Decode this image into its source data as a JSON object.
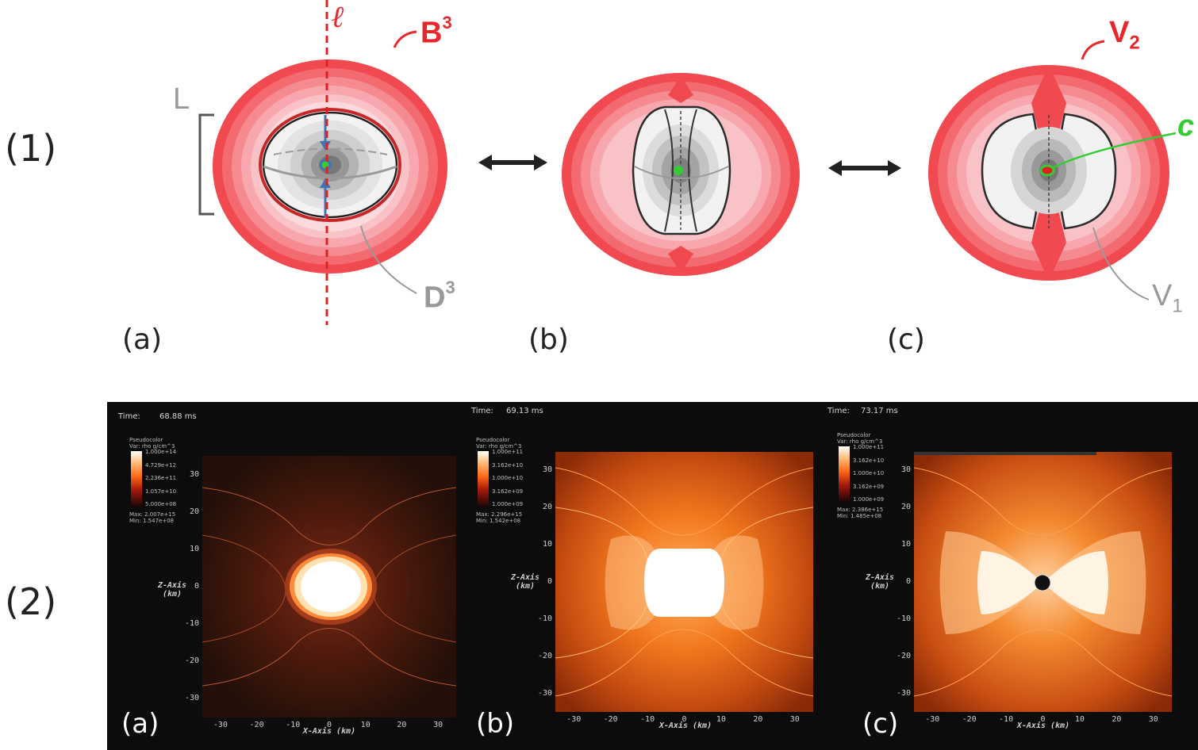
{
  "row_labels": {
    "top": "(1)",
    "bottom": "(2)"
  },
  "top_labels": {
    "a": "(a)",
    "b": "(b)",
    "c": "(c)"
  },
  "annotations": {
    "ell": "ℓ",
    "B": "B",
    "B_sup": "3",
    "L": "L",
    "D": "D",
    "D_sup": "3",
    "V2": "V",
    "V2_sub": "2",
    "V1": "V",
    "V1_sub": "1",
    "c": "c"
  },
  "colors": {
    "red_line": "#e02020",
    "annotation_red": "#e8262b",
    "green": "#33cc33",
    "blue_arrow": "#3f74b8",
    "gray_text": "#9a9a9a"
  },
  "sim_panels": [
    {
      "id": "a",
      "time_label": "Time:",
      "time_value": "68.88 ms",
      "panel_label": "(a)",
      "legend_title": "Pseudocolor",
      "legend_var": "Var: rho g/cm^3",
      "legend_ticks": [
        "1.000e+14",
        "4.729e+12",
        "2.236e+11",
        "1.057e+10",
        "5.000e+08"
      ],
      "legend_max": "Max: 2.007e+15",
      "legend_min": "Min: 1.547e+08"
    },
    {
      "id": "b",
      "time_label": "Time:",
      "time_value": "69.13 ms",
      "panel_label": "(b)",
      "legend_title": "Pseudocolor",
      "legend_var": "Var: rho g/cm^3",
      "legend_ticks": [
        "1.000e+11",
        "3.162e+10",
        "1.000e+10",
        "3.162e+09",
        "1.000e+09"
      ],
      "legend_max": "Max: 2.296e+15",
      "legend_min": "Min: 1.542e+08"
    },
    {
      "id": "c",
      "time_label": "Time:",
      "time_value": "73.17 ms",
      "panel_label": "(c)",
      "legend_title": "Pseudocolor",
      "legend_var": "Var: rho g/cm^3",
      "legend_ticks": [
        "1.000e+11",
        "3.162e+10",
        "1.000e+10",
        "3.162e+09",
        "1.000e+09"
      ],
      "legend_max": "Max: 2.386e+15",
      "legend_min": "Min: 1.485e+08"
    }
  ],
  "axis": {
    "x_label": "X-Axis (km)",
    "z_label_1": "Z-Axis",
    "z_label_2": "(km)",
    "ticks": [
      "-30",
      "-20",
      "-10",
      "0",
      "10",
      "20",
      "30"
    ]
  }
}
